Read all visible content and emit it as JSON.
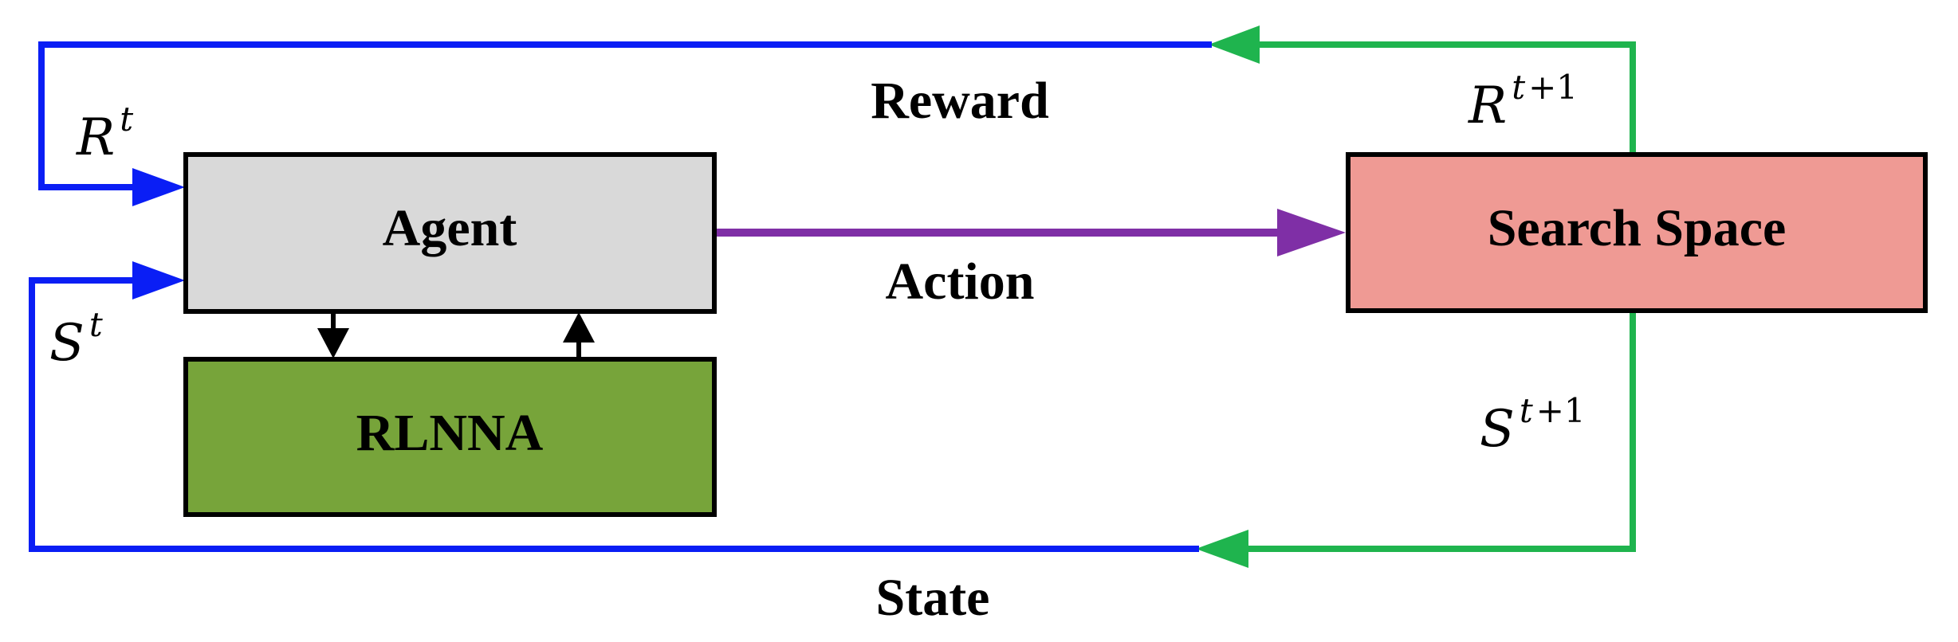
{
  "diagram": {
    "nodes": {
      "agent": {
        "label": "Agent",
        "fill": "#d9d9d9"
      },
      "rlnna": {
        "label": "RLNNA",
        "fill": "#77a43a"
      },
      "search_space": {
        "label": "Search Space",
        "fill": "#ef9a94"
      }
    },
    "edges": {
      "reward": {
        "label": "Reward",
        "color_source": "#1fb44e",
        "color_target": "#0a1ef5"
      },
      "action": {
        "label": "Action",
        "color": "#7f2fa6"
      },
      "state": {
        "label": "State",
        "color_source": "#1fb44e",
        "color_target": "#0a1ef5"
      },
      "agent_to_rlnna": {
        "color": "#000000"
      },
      "rlnna_to_agent": {
        "color": "#000000"
      }
    },
    "math": {
      "r_t": {
        "base": "R",
        "sup": "t"
      },
      "s_t": {
        "base": "S",
        "sup": "t"
      },
      "r_t1": {
        "base": "R",
        "sup_var": "t",
        "sup_rest": "+1"
      },
      "s_t1": {
        "base": "S",
        "sup_var": "t",
        "sup_rest": "+1"
      }
    }
  }
}
